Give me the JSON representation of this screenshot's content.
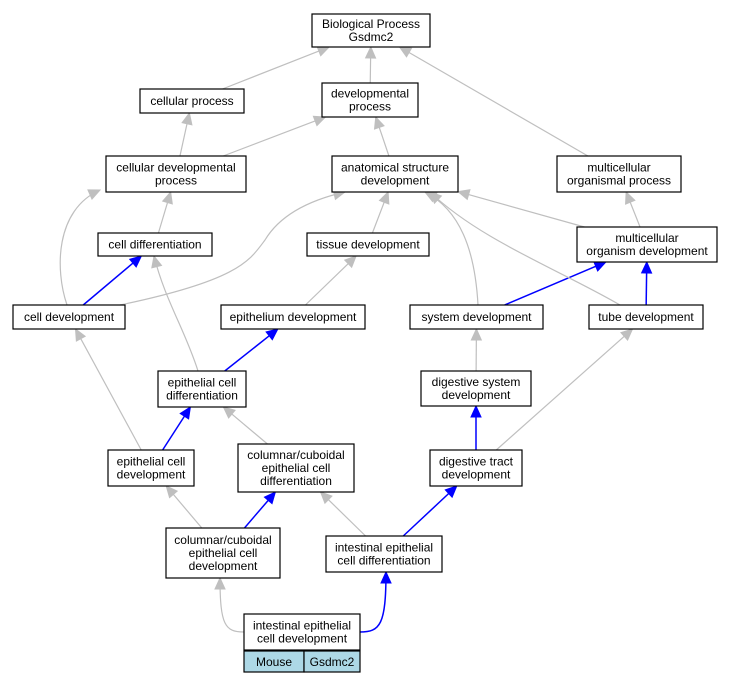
{
  "diagram": {
    "nodes": {
      "bp": {
        "lines": [
          "Biological Process",
          "Gsdmc2"
        ]
      },
      "cp": {
        "lines": [
          "cellular process"
        ]
      },
      "dp": {
        "lines": [
          "developmental",
          "process"
        ]
      },
      "cdp": {
        "lines": [
          "cellular developmental",
          "process"
        ]
      },
      "asd": {
        "lines": [
          "anatomical structure",
          "development"
        ]
      },
      "mop": {
        "lines": [
          "multicellular",
          "organismal process"
        ]
      },
      "cdiff": {
        "lines": [
          "cell differentiation"
        ]
      },
      "td": {
        "lines": [
          "tissue development"
        ]
      },
      "mod": {
        "lines": [
          "multicellular",
          "organism development"
        ]
      },
      "cd": {
        "lines": [
          "cell development"
        ]
      },
      "ed": {
        "lines": [
          "epithelium development"
        ]
      },
      "sd": {
        "lines": [
          "system development"
        ]
      },
      "tubed": {
        "lines": [
          "tube development"
        ]
      },
      "ecd": {
        "lines": [
          "epithelial cell",
          "differentiation"
        ]
      },
      "dsd": {
        "lines": [
          "digestive system",
          "development"
        ]
      },
      "ecdev": {
        "lines": [
          "epithelial cell",
          "development"
        ]
      },
      "ccecd": {
        "lines": [
          "columnar/cuboidal",
          "epithelial cell",
          "differentiation"
        ]
      },
      "dtd": {
        "lines": [
          "digestive tract",
          "development"
        ]
      },
      "ccecdev": {
        "lines": [
          "columnar/cuboidal",
          "epithelial cell",
          "development"
        ]
      },
      "iecd": {
        "lines": [
          "intestinal epithelial",
          "cell differentiation"
        ]
      },
      "iecdev": {
        "lines": [
          "intestinal epithelial",
          "cell development"
        ]
      }
    },
    "tag": {
      "species": "Mouse",
      "gene": "Gsdmc2"
    },
    "colors": {
      "relation_is_a": "#bfbfbf",
      "relation_highlight": "#0000ff",
      "tag_fill": "#add8e6"
    }
  }
}
